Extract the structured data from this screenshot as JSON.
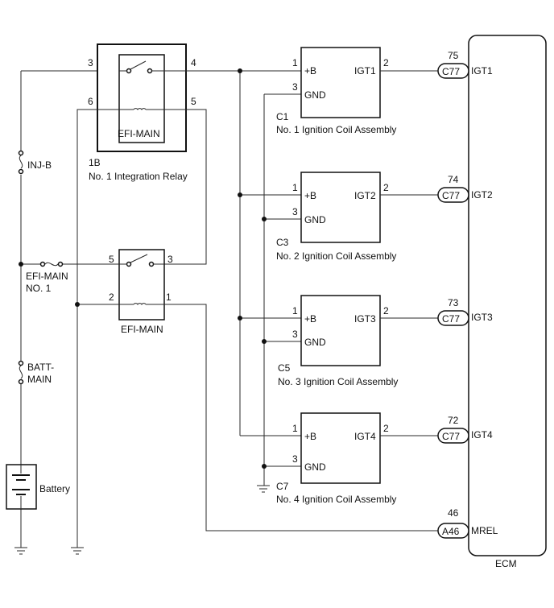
{
  "relay_integration": {
    "name": "EFI-MAIN",
    "code": "1B",
    "title": "No. 1 Integration Relay",
    "pins": {
      "p3": "3",
      "p4": "4",
      "p6": "6",
      "p5": "5"
    }
  },
  "relay_efi": {
    "name": "EFI-MAIN",
    "pins": {
      "p5": "5",
      "p3": "3",
      "p2": "2",
      "p1": "1"
    }
  },
  "fuses": {
    "injb": "INJ-B",
    "efi_main_1": "EFI-MAIN",
    "efi_main_2": "NO. 1",
    "batt_1": "BATT-",
    "batt_2": "MAIN"
  },
  "battery": {
    "label": "Battery"
  },
  "coils": [
    {
      "code": "C1",
      "name": "No. 1 Ignition Coil Assembly",
      "signal": "IGT1",
      "b": "+B",
      "gnd": "GND",
      "pin_b": "1",
      "pin_gnd": "3",
      "pin_out": "2",
      "connector": "C77",
      "ecm_pin": "75",
      "ecm_label": "IGT1"
    },
    {
      "code": "C3",
      "name": "No. 2 Ignition Coil Assembly",
      "signal": "IGT2",
      "b": "+B",
      "gnd": "GND",
      "pin_b": "1",
      "pin_gnd": "3",
      "pin_out": "2",
      "connector": "C77",
      "ecm_pin": "74",
      "ecm_label": "IGT2"
    },
    {
      "code": "C5",
      "name": "No. 3 Ignition Coil Assembly",
      "signal": "IGT3",
      "b": "+B",
      "gnd": "GND",
      "pin_b": "1",
      "pin_gnd": "3",
      "pin_out": "2",
      "connector": "C77",
      "ecm_pin": "73",
      "ecm_label": "IGT3"
    },
    {
      "code": "C7",
      "name": "No. 4 Ignition Coil Assembly",
      "signal": "IGT4",
      "b": "+B",
      "gnd": "GND",
      "pin_b": "1",
      "pin_gnd": "3",
      "pin_out": "2",
      "connector": "C77",
      "ecm_pin": "72",
      "ecm_label": "IGT4"
    }
  ],
  "mrel": {
    "connector": "A46",
    "pin": "46",
    "label": "MREL"
  },
  "ecm": {
    "label": "ECM"
  }
}
